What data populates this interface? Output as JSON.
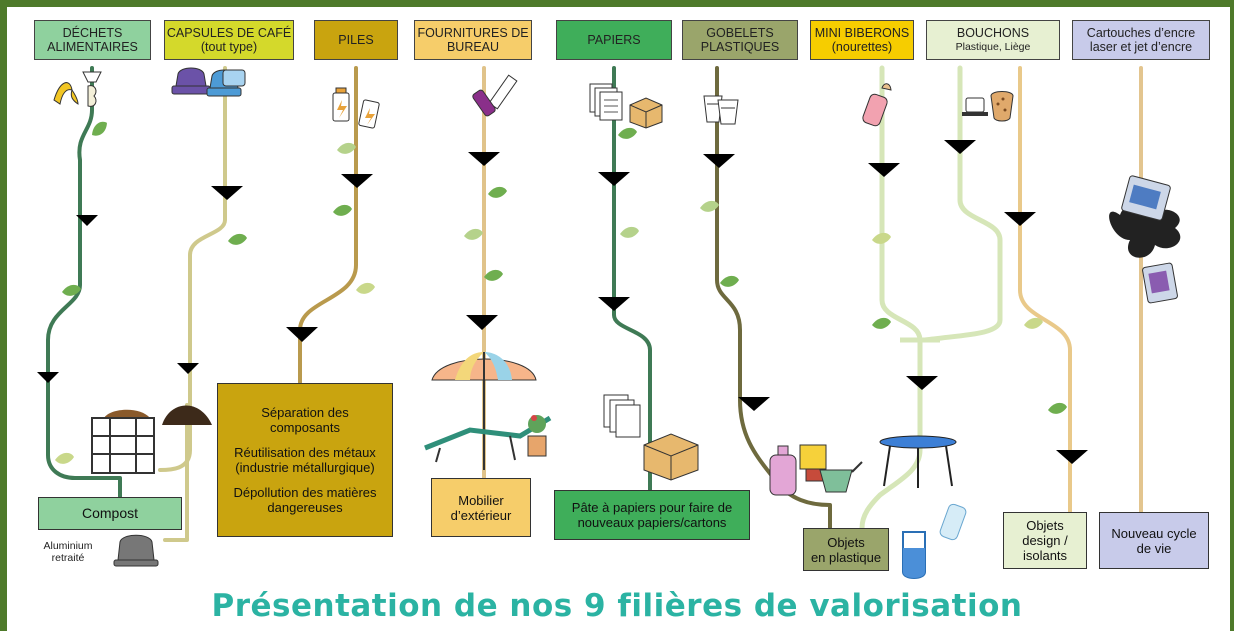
{
  "streams": [
    {
      "id": "dechets",
      "title": "DÉCHETS\nALIMENTAIRES",
      "color": "#8fd19e"
    },
    {
      "id": "capsules",
      "title": "CAPSULES DE CAFÉ\n(tout type)",
      "color": "#d4d92b"
    },
    {
      "id": "piles",
      "title": "PILES",
      "color": "#c9a40f"
    },
    {
      "id": "fournitures",
      "title": "FOURNITURES DE\nBUREAU",
      "color": "#f6cd6a"
    },
    {
      "id": "papiers",
      "title": "PAPIERS",
      "color": "#3fae5a"
    },
    {
      "id": "gobelets",
      "title": "GOBELETS\nPLASTIQUES",
      "color": "#9aa56b"
    },
    {
      "id": "biberons",
      "title": "MINI BIBERONS\n(nourettes)",
      "color": "#f6cd00"
    },
    {
      "id": "bouchons",
      "title": "BOUCHONS",
      "subtitle": "Plastique, Liège",
      "color": "#e7f0d2"
    },
    {
      "id": "cartouches",
      "title": "Cartouches d’encre\nlaser et jet d’encre",
      "color": "#c8cbea"
    }
  ],
  "outcomes": {
    "compost": "Compost",
    "aluminium": "Aluminium\nretraité",
    "piles": [
      "Séparation des\ncomposants",
      "Réutilisation des métaux\n(industrie métallurgique)",
      "Dépollution des matières\ndangereuses"
    ],
    "mobilier": "Mobilier\nd’extérieur",
    "papiers": "Pâte à papiers pour faire de\nnouveaux papiers/cartons",
    "plastique": "Objets\nen plastique",
    "design": "Objets\ndesign /\nisolants",
    "cartouches": "Nouveau cycle\nde vie"
  },
  "footer_title": "Présentation de nos 9 filières de valorisation"
}
